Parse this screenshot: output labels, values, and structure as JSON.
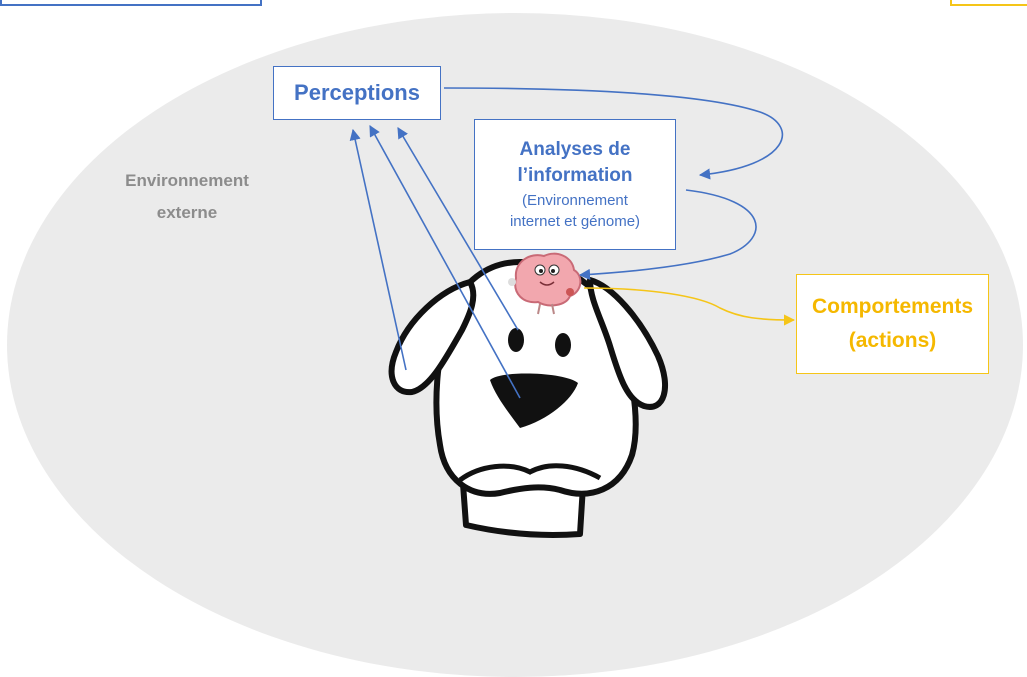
{
  "diagram": {
    "environment": {
      "line1": "Environnement",
      "line2": "externe"
    },
    "perceptions": {
      "label": "Perceptions"
    },
    "analyses": {
      "title_line1": "Analyses de",
      "title_line2": "l’information",
      "sub_line1": "(Environnement",
      "sub_line2": "internet et génome)"
    },
    "comportements": {
      "line1": "Comportements",
      "line2": "(actions)"
    },
    "colors": {
      "blue": "#4472c4",
      "yellow": "#f5c518",
      "environment_fill": "#ebebeb",
      "environment_text": "#8c8c8c"
    },
    "icons": {
      "dog": "dog-head-icon",
      "brain": "brain-icon"
    }
  }
}
